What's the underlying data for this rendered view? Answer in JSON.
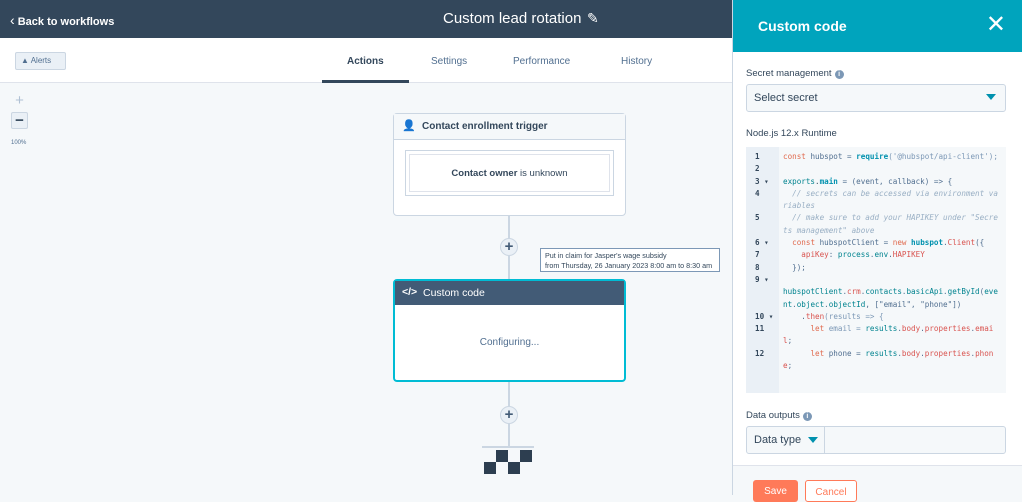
{
  "header": {
    "back_label": "Back to workflows",
    "title": "Custom lead rotation"
  },
  "alerts_label": "Alerts",
  "tabs": [
    {
      "label": "Actions",
      "active": true
    },
    {
      "label": "Settings"
    },
    {
      "label": "Performance"
    },
    {
      "label": "History"
    }
  ],
  "zoom": {
    "level": "100%"
  },
  "trigger": {
    "title": "Contact enrollment trigger",
    "condition_bold": "Contact owner",
    "condition_rest": " is unknown"
  },
  "tooltip": {
    "line1": "Put in claim for Jasper's wage subsidy",
    "line2": "from Thursday, 26 January 2023 8:00 am to  8:30 am"
  },
  "custom_code_card": {
    "title": "Custom code",
    "status": "Configuring..."
  },
  "panel": {
    "title": "Custom code",
    "secret_label": "Secret management",
    "secret_select": "Select secret",
    "runtime_label": "Node.js 12.x Runtime",
    "code": [
      {
        "n": "1",
        "fold": false,
        "seg": [
          [
            "const ",
            "k"
          ],
          [
            "hubspot ",
            "p"
          ],
          [
            "= ",
            "p"
          ],
          [
            "require",
            "f"
          ],
          [
            "('@hubspot/api-client');",
            "s"
          ]
        ]
      },
      {
        "n": "2",
        "fold": false,
        "seg": [
          [
            "",
            ""
          ]
        ]
      },
      {
        "n": "3",
        "fold": true,
        "seg": [
          [
            "exports",
            "v"
          ],
          [
            ".",
            ""
          ],
          [
            "main",
            "f"
          ],
          [
            " = (event, callback) => {",
            "p"
          ]
        ]
      },
      {
        "n": "4",
        "fold": false,
        "seg": [
          [
            "  // secrets can be accessed via environment variables",
            "c"
          ]
        ]
      },
      {
        "n": "5",
        "fold": false,
        "seg": [
          [
            "  // make sure to add your HAPIKEY under \"Secrets management\" above",
            "c"
          ]
        ]
      },
      {
        "n": "6",
        "fold": true,
        "seg": [
          [
            "  const ",
            "k"
          ],
          [
            "hubspotClient = ",
            "p"
          ],
          [
            "new ",
            "k"
          ],
          [
            "hubspot",
            "f"
          ],
          [
            ".",
            "p"
          ],
          [
            "Client",
            "r"
          ],
          [
            "({",
            "p"
          ]
        ]
      },
      {
        "n": "7",
        "fold": false,
        "seg": [
          [
            "    apiKey",
            "r"
          ],
          [
            ": ",
            "p"
          ],
          [
            "process",
            "v"
          ],
          [
            ".",
            "p"
          ],
          [
            "env",
            "v"
          ],
          [
            ".",
            "p"
          ],
          [
            "HAPIKEY",
            "r"
          ]
        ]
      },
      {
        "n": "8",
        "fold": false,
        "seg": [
          [
            "  });",
            "p"
          ]
        ]
      },
      {
        "n": "9",
        "fold": true,
        "seg": [
          [
            "\n",
            "p"
          ],
          [
            "hubspotClient",
            "v"
          ],
          [
            ".",
            "p"
          ],
          [
            "crm",
            "r"
          ],
          [
            ".",
            "p"
          ],
          [
            "contacts",
            "v"
          ],
          [
            ".",
            "p"
          ],
          [
            "basicApi",
            "v"
          ],
          [
            ".",
            "p"
          ],
          [
            "getById",
            "v"
          ],
          [
            "(",
            "p"
          ],
          [
            "event",
            "v"
          ],
          [
            ".",
            "p"
          ],
          [
            "object",
            "v"
          ],
          [
            ".",
            "p"
          ],
          [
            "objectId",
            "v"
          ],
          [
            ", [\"email\", \"phone\"])",
            "p"
          ]
        ]
      },
      {
        "n": "10",
        "fold": true,
        "seg": [
          [
            "    .",
            "p"
          ],
          [
            "then",
            "r"
          ],
          [
            "(results => {",
            "s"
          ]
        ]
      },
      {
        "n": "11",
        "fold": false,
        "seg": [
          [
            "      let ",
            "k"
          ],
          [
            "email = ",
            "s"
          ],
          [
            "results",
            "v"
          ],
          [
            ".",
            "p"
          ],
          [
            "body",
            "r"
          ],
          [
            ".",
            "p"
          ],
          [
            "properties",
            "r"
          ],
          [
            ".",
            "p"
          ],
          [
            "email",
            "r"
          ],
          [
            ";",
            "p"
          ]
        ]
      },
      {
        "n": "12",
        "fold": false,
        "seg": [
          [
            "      let ",
            "k"
          ],
          [
            "phone = ",
            "p"
          ],
          [
            "results",
            "v"
          ],
          [
            ".",
            "p"
          ],
          [
            "body",
            "r"
          ],
          [
            ".",
            "p"
          ],
          [
            "properties",
            "r"
          ],
          [
            ".",
            "p"
          ],
          [
            "phone",
            "r"
          ],
          [
            ";",
            "p"
          ]
        ]
      }
    ],
    "outputs_label": "Data outputs",
    "data_type": "Data type",
    "save_label": "Save",
    "cancel_label": "Cancel"
  },
  "colors": {
    "header": "#33475b",
    "panel_header": "#00a4bd",
    "accent": "#ff7a59",
    "selected_border": "#00bcd4"
  }
}
